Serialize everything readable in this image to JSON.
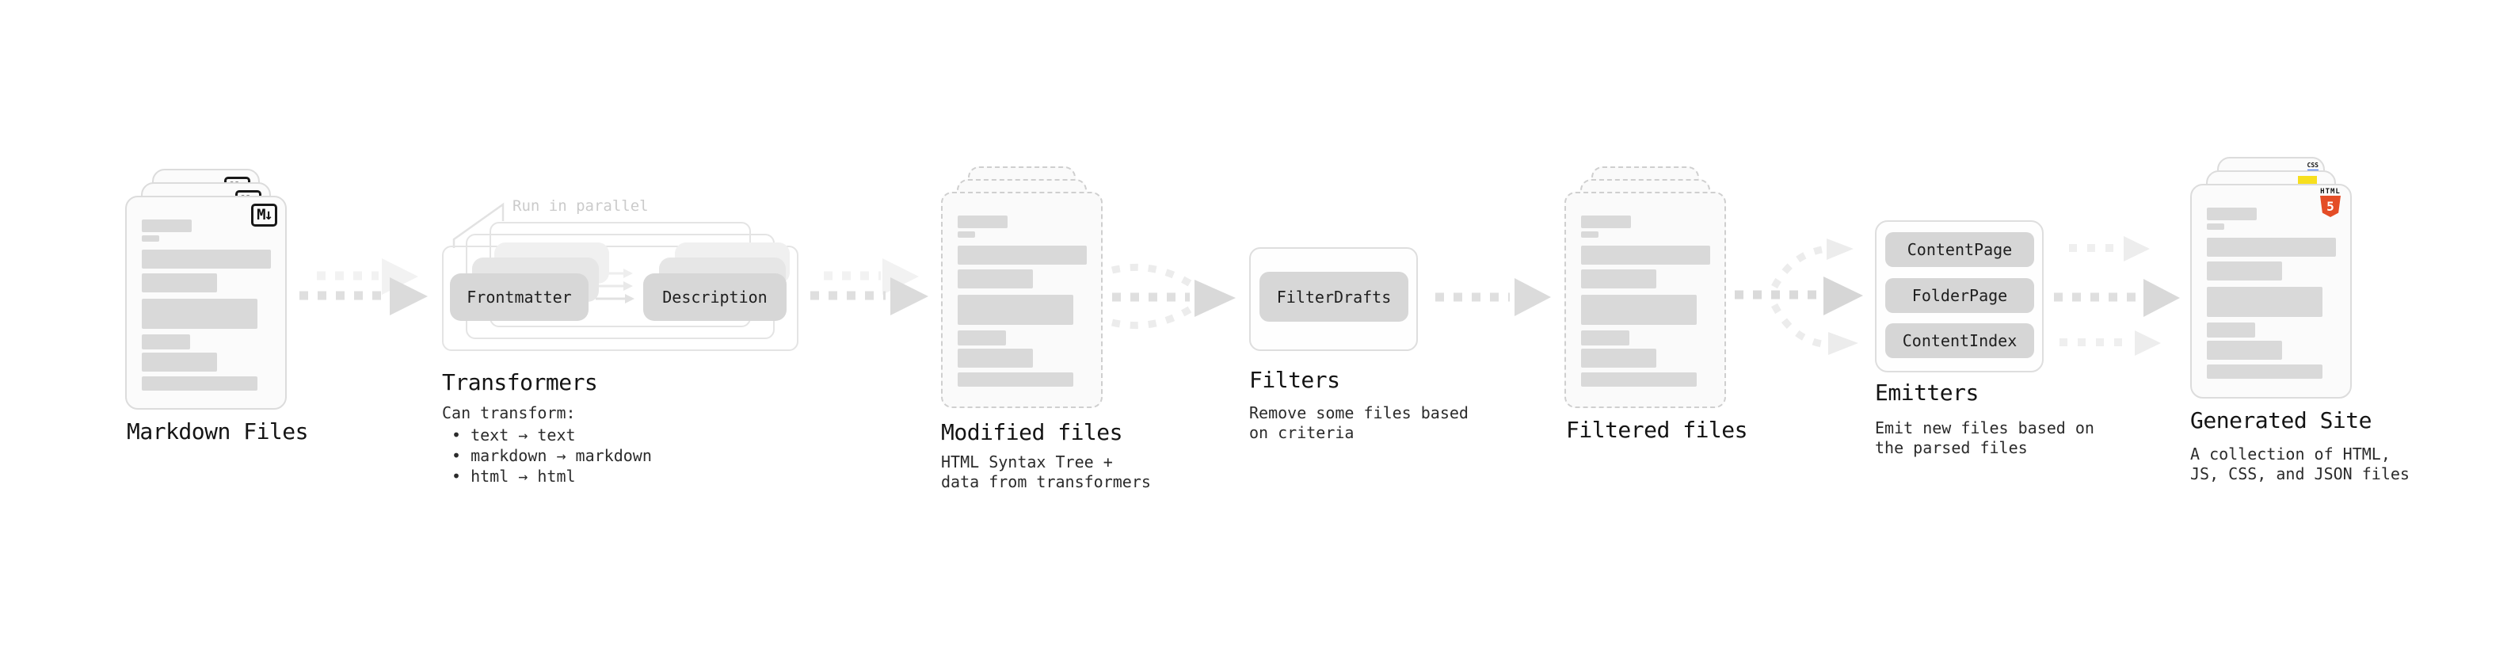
{
  "colors": {
    "html5_orange": "#e44d26",
    "js_yellow": "#f7df1e",
    "css_blue": "#2965f1",
    "arrow_gray": "#dfdfdf",
    "card_bar_gray": "#d9d9d9"
  },
  "sections": {
    "markdown_files": {
      "title": "Markdown Files",
      "file_badge": "M↓"
    },
    "transformers": {
      "title": "Transformers",
      "parallel_note": "Run in parallel",
      "source_pill": "Frontmatter",
      "result_pill": "Description",
      "can_transform_heading": "Can transform:",
      "bullets": [
        "text → text",
        "markdown → markdown",
        "html → html"
      ]
    },
    "modified_files": {
      "title": "Modified files",
      "description": "HTML Syntax Tree +\ndata from transformers"
    },
    "filters": {
      "title": "Filters",
      "filter_pill": "FilterDrafts",
      "description": "Remove some files based\non criteria"
    },
    "filtered_files": {
      "title": "Filtered files"
    },
    "emitters": {
      "title": "Emitters",
      "emitter_pills": [
        "ContentPage",
        "FolderPage",
        "ContentIndex"
      ],
      "description": "Emit new files based on\nthe parsed files"
    },
    "generated_site": {
      "title": "Generated Site",
      "description": "A collection of HTML,\nJS, CSS, and JSON files",
      "html_badge_word": "HTML",
      "html_badge_number": "5",
      "css_badge_word": "CSS"
    }
  }
}
